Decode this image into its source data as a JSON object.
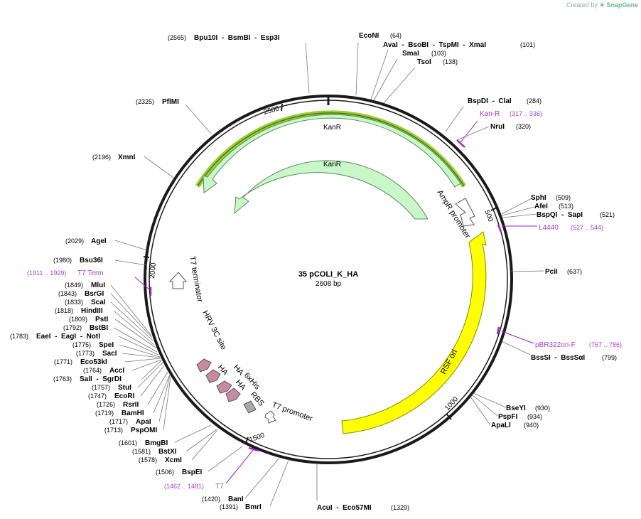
{
  "credit": {
    "prefix": "Created by",
    "brand": "SnapGene"
  },
  "plasmid": {
    "name": "35 pCOLI_K_HA",
    "length": "2608 bp",
    "total_bp": 2608
  },
  "ticks": [
    "500",
    "1000",
    "1500",
    "2000",
    "2500"
  ],
  "sites": [
    {
      "pos": "(2565)",
      "label": "Bpu10I  -  BsmBI  -  Esp3I"
    },
    {
      "pos": "(64)",
      "label": "EcoNI"
    },
    {
      "pos": "(101)",
      "label": "AvaI  -  BsoBI  -  TspMI  -  XmaI"
    },
    {
      "pos": "(103)",
      "label": "SmaI"
    },
    {
      "pos": "(138)",
      "label": "TsoI"
    },
    {
      "pos": "(284)",
      "label": "BspDI  -  ClaI"
    },
    {
      "pos": "(320)",
      "label": "NruI"
    },
    {
      "pos": "(509)",
      "label": "SphI"
    },
    {
      "pos": "(513)",
      "label": "AfeI"
    },
    {
      "pos": "(521)",
      "label": "BspQI  -  SapI"
    },
    {
      "pos": "(637)",
      "label": "PciI"
    },
    {
      "pos": "(799)",
      "label": "BssSI  -  BssSαI"
    },
    {
      "pos": "(930)",
      "label": "BseYI"
    },
    {
      "pos": "(934)",
      "label": "PspFI"
    },
    {
      "pos": "(940)",
      "label": "ApaLI"
    },
    {
      "pos": "(1329)",
      "label": "AcuI  -  Eco57MI"
    },
    {
      "pos": "(1391)",
      "label": "BmrI"
    },
    {
      "pos": "(1420)",
      "label": "BanI"
    },
    {
      "pos": "(1506)",
      "label": "BspEI"
    },
    {
      "pos": "(1578)",
      "label": "XcmI"
    },
    {
      "pos": "(1581)",
      "label": "BstXI"
    },
    {
      "pos": "(1601)",
      "label": "BmgBI"
    },
    {
      "pos": "(1713)",
      "label": "PspOMI"
    },
    {
      "pos": "(1717)",
      "label": "ApaI"
    },
    {
      "pos": "(1719)",
      "label": "BamHI"
    },
    {
      "pos": "(1726)",
      "label": "RsrII"
    },
    {
      "pos": "(1747)",
      "label": "EcoRI"
    },
    {
      "pos": "(1757)",
      "label": "StuI"
    },
    {
      "pos": "(1763)",
      "label": "SalI  -  SgrDI"
    },
    {
      "pos": "(1764)",
      "label": "AccI"
    },
    {
      "pos": "(1771)",
      "label": "Eco53kI"
    },
    {
      "pos": "(1773)",
      "label": "SacI"
    },
    {
      "pos": "(1775)",
      "label": "SpeI"
    },
    {
      "pos": "(1783)",
      "label": "EaeI  -  EagI  -  NotI"
    },
    {
      "pos": "(1792)",
      "label": "BstBI"
    },
    {
      "pos": "(1809)",
      "label": "PstI"
    },
    {
      "pos": "(1818)",
      "label": "HindIII"
    },
    {
      "pos": "(1833)",
      "label": "ScaI"
    },
    {
      "pos": "(1843)",
      "label": "BsrGI"
    },
    {
      "pos": "(1849)",
      "label": "MluI"
    },
    {
      "pos": "(1980)",
      "label": "Bsu36I"
    },
    {
      "pos": "(2029)",
      "label": "AgeI"
    },
    {
      "pos": "(2196)",
      "label": "XmnI"
    },
    {
      "pos": "(2325)",
      "label": "PflMI"
    }
  ],
  "primers": [
    {
      "name": "Kan-R",
      "range": "(317 .. 336)"
    },
    {
      "name": "L4440",
      "range": "(527 .. 544)"
    },
    {
      "name": "pBR322ori-F",
      "range": "(767 .. 786)"
    },
    {
      "name": "T7",
      "range": "(1462 .. 1481)"
    },
    {
      "name": "T7 Term",
      "range": "(1911 .. 1929)"
    }
  ],
  "features": {
    "kanr_outer": "KanR",
    "kanr_inner": "KanR",
    "ampr_promoter": "AmpR promoter",
    "rsf_ori": "RSF ori",
    "t7_terminator": "T7 terminator",
    "hrv_site": "HRV 3C site",
    "ha1": "HA",
    "ha2": "HA",
    "ha3": "HA",
    "his": "6xHis",
    "rbs": "RBS",
    "t7_promoter": "T7 promoter"
  },
  "colors": {
    "kanr": "#c9f7c9",
    "kanr_stroke": "#5a8a5a",
    "rsf": "#ffff00",
    "rsf_stroke": "#8a8a00",
    "tag": "#c58ba0",
    "rbs": "#a8a8a8",
    "primer": "#9a1ed6",
    "primer_text": "#a243d6",
    "backbone": "#1a1a1a",
    "highlight": "#9acd32"
  }
}
